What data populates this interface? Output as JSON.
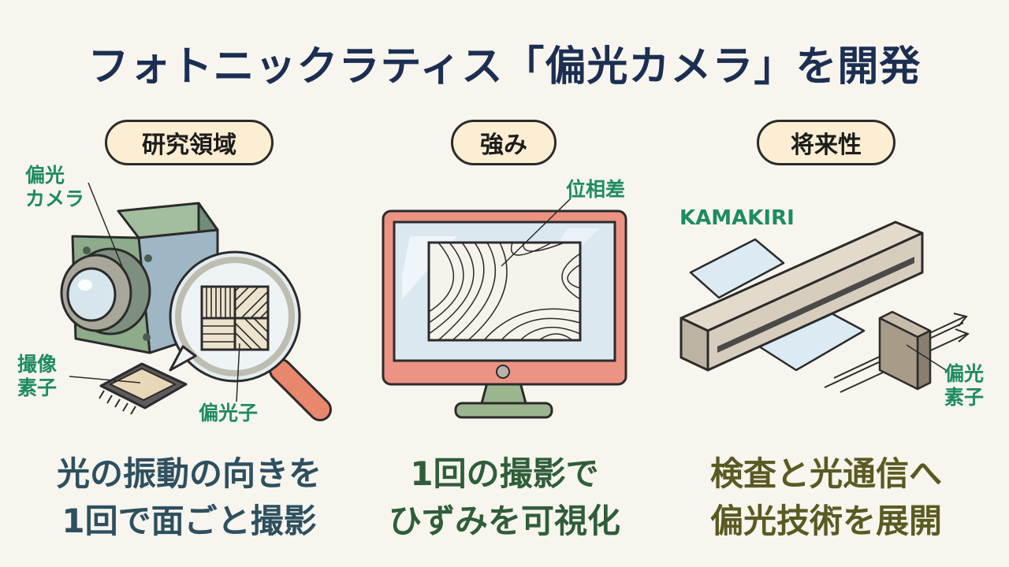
{
  "title": "フォトニックラティス「偏光カメラ」を開発",
  "columns": [
    {
      "heading": "研究領域",
      "labels": {
        "camera_line1": "偏光",
        "camera_line2": "カメラ",
        "sensor_line1": "撮像",
        "sensor_line2": "素子",
        "polarizer": "偏光子"
      },
      "caption": [
        "光の振動の向きを",
        "1回で面ごと撮影"
      ],
      "caption_color": "#2e5060"
    },
    {
      "heading": "強み",
      "labels": {
        "phase": "位相差"
      },
      "caption": [
        "1回の撮影で",
        "ひずみを可視化"
      ],
      "caption_color": "#2f5e3a"
    },
    {
      "heading": "将来性",
      "labels": {
        "product": "KAMAKIRI",
        "element_line1": "偏光",
        "element_line2": "素子"
      },
      "caption": [
        "検査と光通信へ",
        "偏光技術を展開"
      ],
      "caption_color": "#5a5a22"
    }
  ],
  "colors": {
    "title": "#1c2f52",
    "label_green": "#1e8c5e",
    "pill_fill": "#fbeed2",
    "monitor_frame": "#ec9384",
    "monitor_stand": "#9bb68e",
    "camera_body": "#8eab8b",
    "scanner_body": "#d6cdbd"
  }
}
